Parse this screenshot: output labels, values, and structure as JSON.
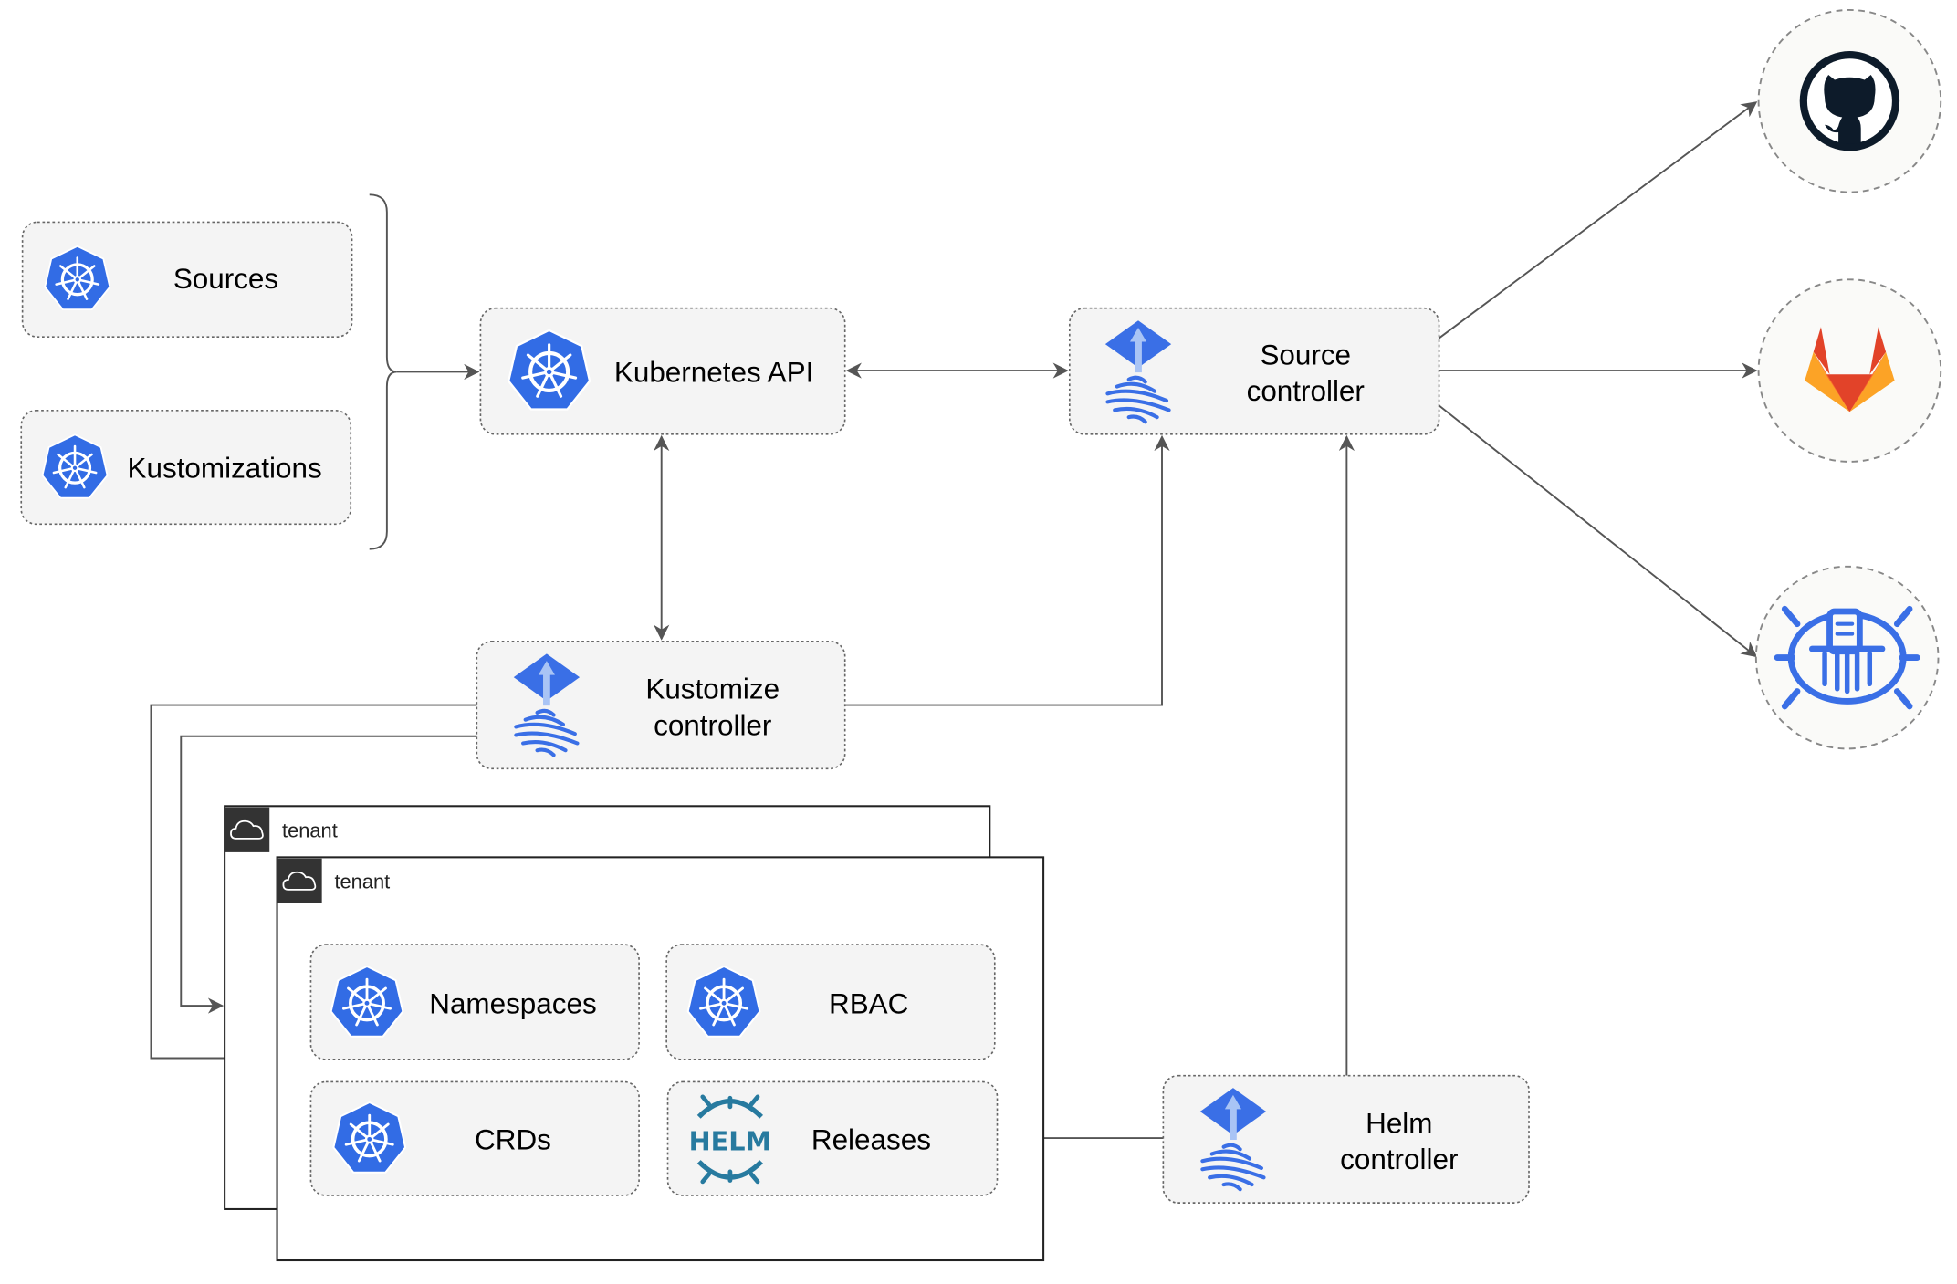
{
  "nodes": {
    "sources": "Sources",
    "kustomizations": "Kustomizations",
    "kubernetes_api": "Kubernetes API",
    "source_controller": [
      "Source",
      "controller"
    ],
    "kustomize_controller": [
      "Kustomize",
      "controller"
    ],
    "helm_controller": [
      "Helm",
      "controller"
    ],
    "tenant_back": "tenant",
    "tenant_front": "tenant",
    "namespaces": "Namespaces",
    "rbac": "RBAC",
    "crds": "CRDs",
    "releases": "Releases",
    "helm_logo": "HELM"
  },
  "external_sources": [
    {
      "icon": "github-icon"
    },
    {
      "icon": "gitlab-icon"
    },
    {
      "icon": "bucket-icon"
    }
  ],
  "colors": {
    "kubernetes_blue": "#326ce5",
    "flux_blue": "#3a6fe6",
    "helm_blue": "#277a9f",
    "github_dark": "#0d1b2a",
    "gitlab_orange": "#e24329",
    "tenant_header": "#333333"
  }
}
